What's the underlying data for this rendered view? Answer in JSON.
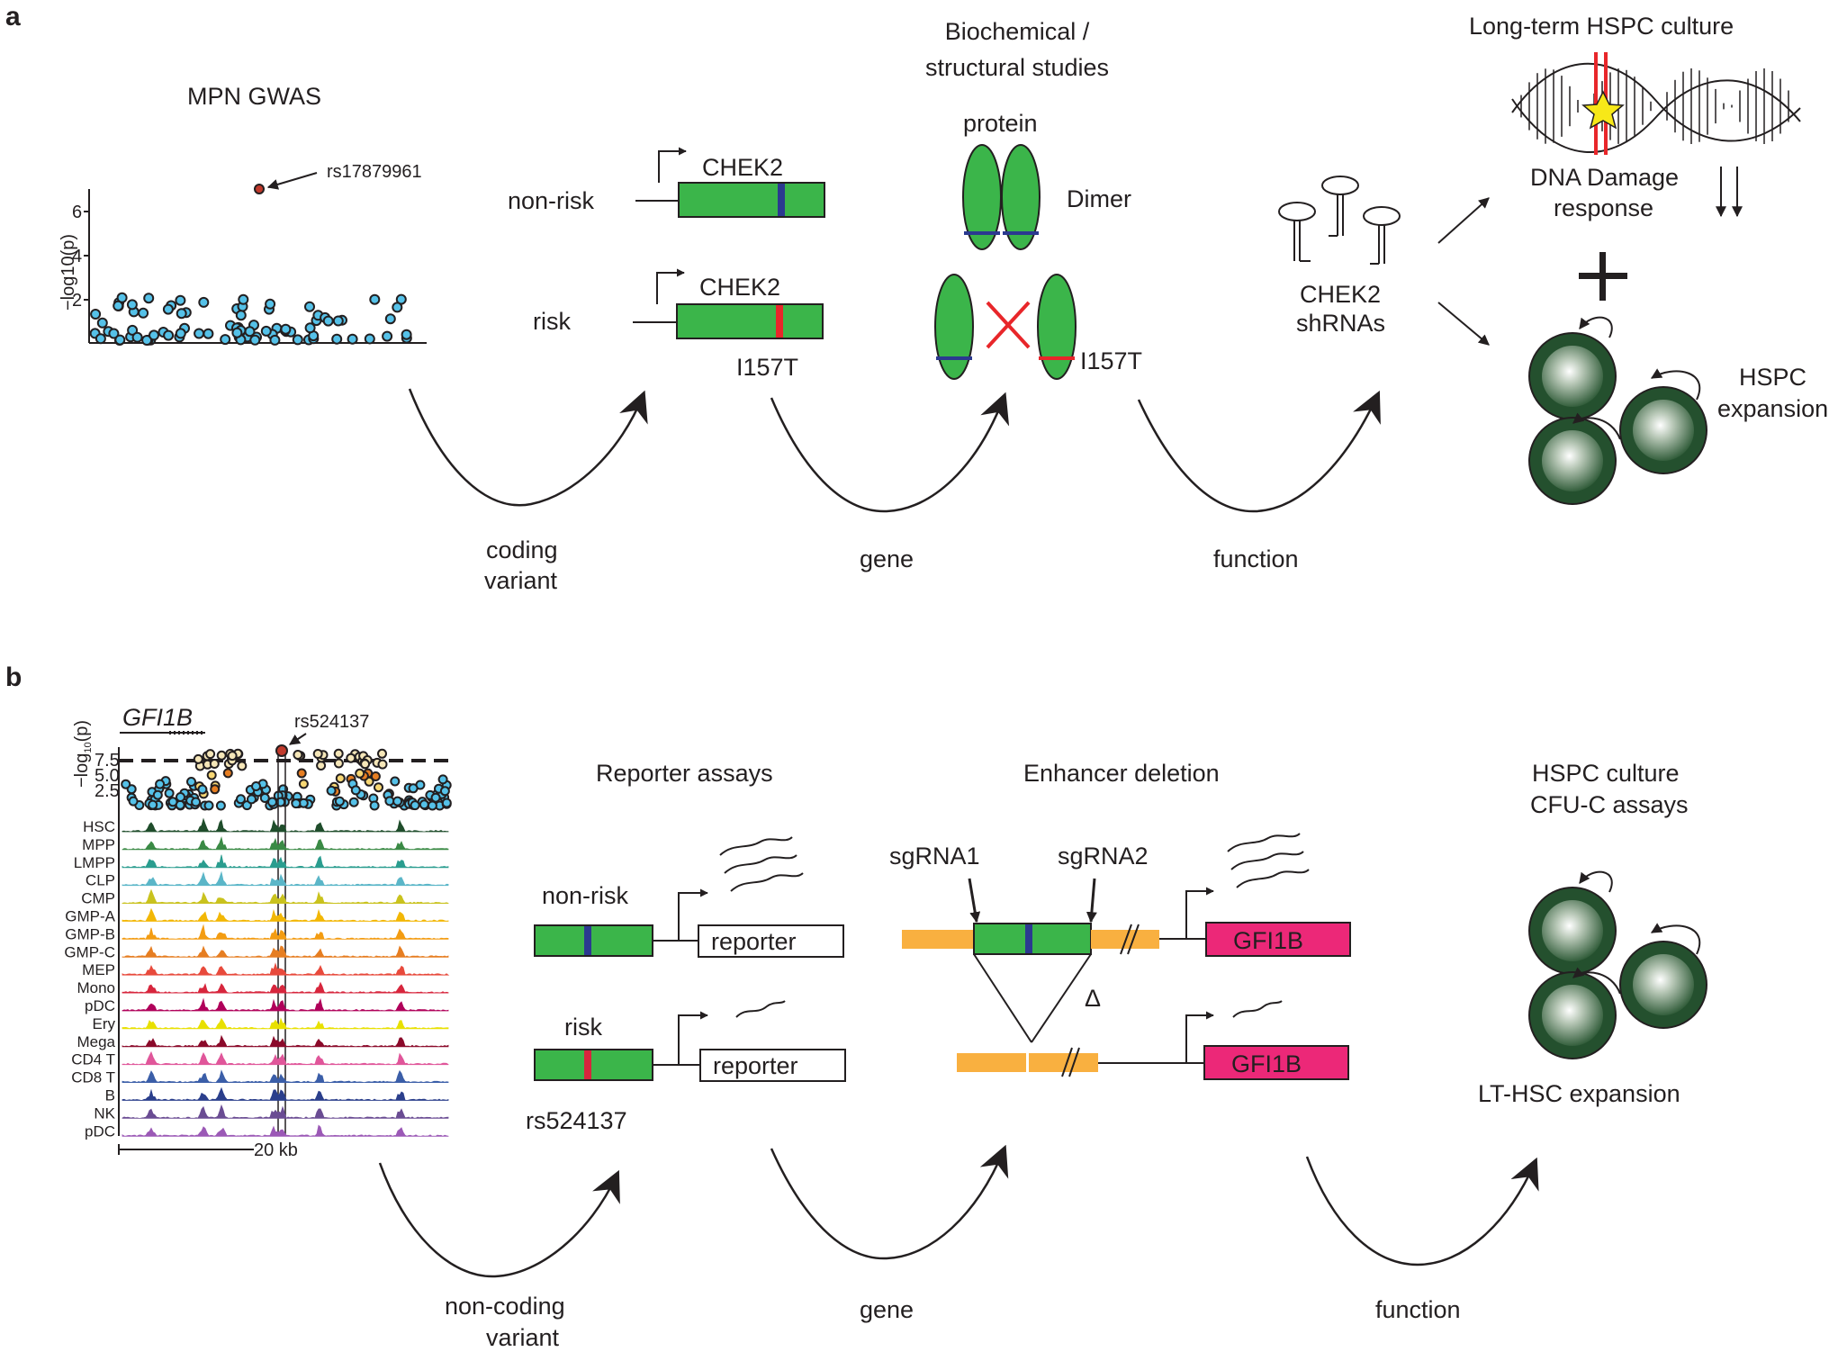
{
  "panel_a": {
    "label": "a",
    "gwas": {
      "title": "MPN GWAS",
      "ylabel": "−log10(p)",
      "yticks": [
        "2",
        "4",
        "6"
      ],
      "lead_snp": "rs17879961"
    },
    "coding_variant_label": [
      "coding",
      "variant"
    ],
    "gene_step": {
      "nonrisk_label": "non-risk",
      "risk_label": "risk",
      "gene_name": "CHEK2",
      "variant": "I157T",
      "arrow_label": "gene"
    },
    "biochem": {
      "title_lines": [
        "Biochemical /",
        "structural studies"
      ],
      "protein_label": "protein",
      "dimer_label": "Dimer",
      "variant": "I157T",
      "arrow_label": "function"
    },
    "shrna": {
      "label_lines": [
        "CHEK2",
        "shRNAs"
      ]
    },
    "outcome": {
      "title": "Long-term HSPC culture",
      "ddr_lines": [
        "DNA Damage",
        "response"
      ],
      "ddr_arrow": "↓↓",
      "plus": "+",
      "expansion_lines": [
        "HSPC",
        "expansion"
      ]
    }
  },
  "panel_b": {
    "label": "b",
    "locus": {
      "gene": "GFI1B",
      "lead_snp": "rs524137",
      "ylabel_prefix": "−log",
      "ylabel_sub": "10",
      "ylabel_suffix": "(p)",
      "yticks": [
        "2.5",
        "5.0",
        "7.5"
      ],
      "tracks": [
        "HSC",
        "MPP",
        "LMPP",
        "CLP",
        "CMP",
        "GMP-A",
        "GMP-B",
        "GMP-C",
        "MEP",
        "Mono",
        "pDC",
        "Ery",
        "Mega",
        "CD4 T",
        "CD8 T",
        "B",
        "NK",
        "pDC"
      ],
      "track_colors": [
        "#1f4d2b",
        "#3a8a45",
        "#2a9d8f",
        "#5bb6c8",
        "#c9c21e",
        "#f2b705",
        "#f39c12",
        "#e67e22",
        "#e84a3c",
        "#d7263d",
        "#b0005a",
        "#e8e000",
        "#8b0a2a",
        "#e0569a",
        "#3b5ea8",
        "#2b3f8c",
        "#6a4c93",
        "#9b59b6"
      ],
      "scale_label": "20 kb"
    },
    "noncoding_variant_label": [
      "non-coding",
      "variant"
    ],
    "reporter": {
      "title": "Reporter assays",
      "nonrisk_label": "non-risk",
      "risk_label": "risk",
      "reporter_label": "reporter",
      "variant": "rs524137",
      "arrow_label": "gene"
    },
    "deletion": {
      "title": "Enhancer deletion",
      "sgrna1": "sgRNA1",
      "sgrna2": "sgRNA2",
      "delta": "Δ",
      "gene": "GFI1B",
      "arrow_label": "function"
    },
    "outcome": {
      "title_lines": [
        "HSPC culture",
        "CFU-C assays"
      ],
      "expansion_label": "LT-HSC expansion"
    }
  },
  "colors": {
    "gene_green": "#3bb54a",
    "risk_red": "#e8262a",
    "nonrisk_blue": "#2b3990",
    "enhancer_orange": "#f9b040",
    "gfi1b_pink": "#ec2878",
    "cell_dark": "#24502e",
    "snp_blue": "#55c1e8",
    "lead_snp": "#c0392b"
  }
}
